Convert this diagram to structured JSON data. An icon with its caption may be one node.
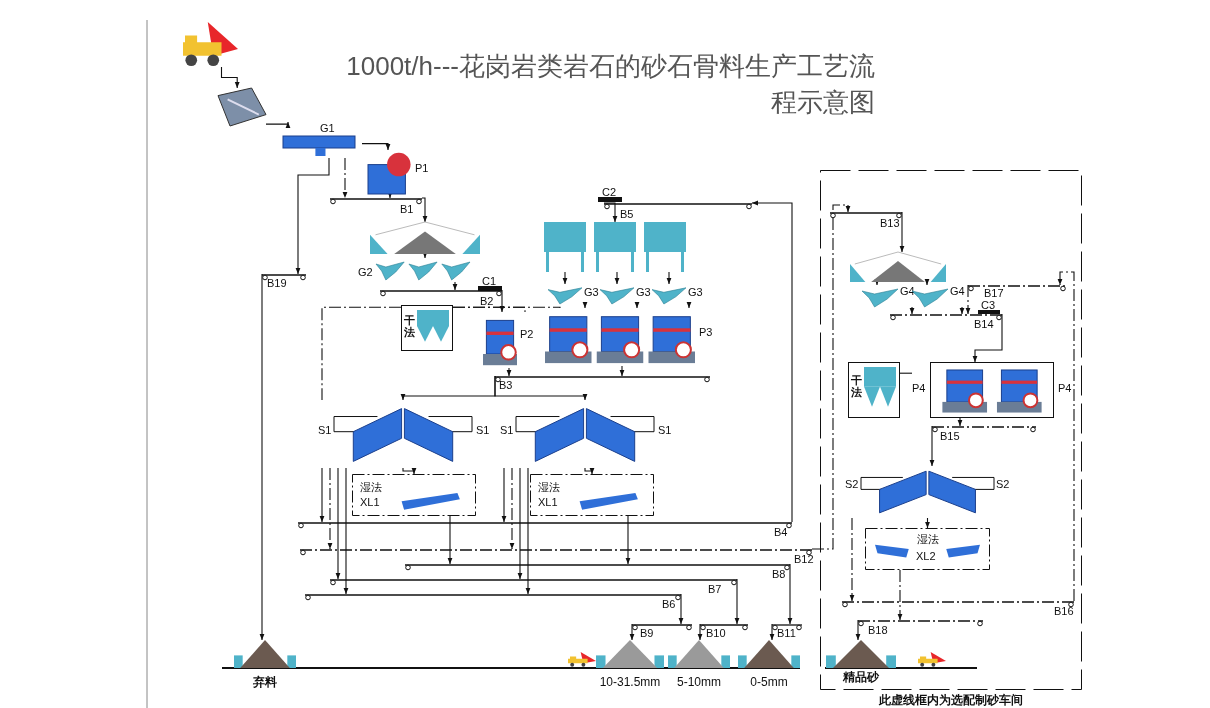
{
  "diagram": {
    "title": "1000t/h---**花岗岩类岩石的砂石骨料生产工艺流程示意图**",
    "nodes": [
      {
        "text": [],
        "shape": "picture"
      },
      {
        "text": [],
        "shape": "picture"
      },
      {
        "text": [
          "G1"
        ]
      },
      {
        "text": [
          "P1"
        ]
      },
      {
        "text": [
          "B1"
        ]
      },
      {
        "text": [],
        "shape": "picture"
      },
      {
        "text": [
          "G2"
        ]
      },
      {
        "text": [
          "C1"
        ]
      },
      {
        "text": [
          "B2"
        ]
      },
      {
        "text": [
          "干法"
        ]
      },
      {
        "text": [
          "P2"
        ]
      },
      {
        "text": [
          "C2"
        ]
      },
      {
        "text": [
          "B5"
        ]
      },
      {
        "text": [],
        "shape": "picture"
      },
      {
        "text": [
          "G3"
        ]
      },
      {
        "text": [
          "G3"
        ]
      },
      {
        "text": [
          "G3"
        ]
      },
      {
        "text": [
          "P3"
        ]
      },
      {
        "text": [
          "B3"
        ]
      },
      {
        "text": [
          "S1",
          "S1"
        ]
      },
      {
        "text": [
          "S1",
          "S1"
        ]
      },
      {
        "text": [
          "湿法",
          "XL1"
        ]
      },
      {
        "text": [
          "湿法",
          "XL1"
        ]
      },
      {
        "text": [
          "B4"
        ]
      },
      {
        "text": [
          "B12"
        ]
      },
      {
        "text": [
          "B8"
        ]
      },
      {
        "text": [
          "B7"
        ]
      },
      {
        "text": [
          "B6"
        ]
      },
      {
        "text": [
          "B19"
        ]
      },
      {
        "text": [
          "B9"
        ]
      },
      {
        "text": [
          "B10"
        ]
      },
      {
        "text": [
          "B11"
        ]
      },
      {
        "text": [
          "弃料"
        ]
      },
      {
        "text": [
          "10-31.5mm"
        ]
      },
      {
        "text": [
          "5-10mm"
        ]
      },
      {
        "text": [
          "0-5mm"
        ]
      },
      {
        "text": [
          "此虚线框内为选配制砂车间"
        ]
      },
      {
        "text": [
          "B13"
        ],
        "in": 36
      },
      {
        "text": [],
        "shape": "picture",
        "in": 36
      },
      {
        "text": [
          "G4"
        ],
        "in": 36
      },
      {
        "text": [
          "G4"
        ],
        "in": 36
      },
      {
        "text": [
          "B17"
        ],
        "in": 36
      },
      {
        "text": [
          "C3"
        ],
        "in": 36
      },
      {
        "text": [
          "B14"
        ],
        "in": 36
      },
      {
        "text": [
          "干法"
        ],
        "in": 36
      },
      {
        "text": [
          "P4",
          "P4"
        ],
        "in": 36
      },
      {
        "text": [
          "B15"
        ],
        "in": 36
      },
      {
        "text": [
          "S2",
          "S2"
        ],
        "in": 36
      },
      {
        "text": [
          "湿法",
          "XL2"
        ],
        "in": 36
      },
      {
        "text": [
          "B16"
        ],
        "in": 36
      },
      {
        "text": [
          "B18"
        ],
        "in": 36
      },
      {
        "text": [
          "精品砂"
        ],
        "in": 36
      }
    ],
    "edges": [
      {
        "from": 0,
        "to": 1,
        "arrow": "to"
      },
      {
        "from": 1,
        "to": 2,
        "arrow": "to"
      },
      {
        "from": 2,
        "to": 3,
        "arrow": "to"
      },
      {
        "from": 2,
        "to": 28,
        "arrow": "to"
      },
      {
        "from": 2,
        "to": 4,
        "arrow": "to",
        "style": "dashed"
      },
      {
        "from": 3,
        "to": 4,
        "arrow": "to"
      },
      {
        "from": 4,
        "to": 5,
        "arrow": "to"
      },
      {
        "from": 5,
        "to": 6,
        "arrow": "to"
      },
      {
        "from": 6,
        "to": 8,
        "arrow": "to"
      },
      {
        "from": 8,
        "to": 10,
        "arrow": "to"
      },
      {
        "from": 9,
        "to": 10,
        "arrow": "none",
        "style": "dashed"
      },
      {
        "from": 9,
        "to": 17,
        "arrow": "none",
        "style": "dashed"
      },
      {
        "from": 9,
        "to": 19,
        "arrow": "none",
        "style": "dashed"
      },
      {
        "from": 12,
        "to": 13,
        "arrow": "to"
      },
      {
        "from": 13,
        "to": 14,
        "arrow": "to"
      },
      {
        "from": 13,
        "to": 15,
        "arrow": "to"
      },
      {
        "from": 13,
        "to": 16,
        "arrow": "to"
      },
      {
        "from": 14,
        "to": 17,
        "arrow": "to"
      },
      {
        "from": 15,
        "to": 17,
        "arrow": "to"
      },
      {
        "from": 16,
        "to": 17,
        "arrow": "to"
      },
      {
        "from": 10,
        "to": 18,
        "arrow": "to"
      },
      {
        "from": 17,
        "to": 18,
        "arrow": "to"
      },
      {
        "from": 18,
        "to": 19,
        "arrow": "to"
      },
      {
        "from": 18,
        "to": 20,
        "arrow": "to"
      },
      {
        "from": 19,
        "to": 21,
        "arrow": "to"
      },
      {
        "from": 20,
        "to": 22,
        "arrow": "to"
      },
      {
        "from": 19,
        "to": 23,
        "arrow": "to"
      },
      {
        "from": 19,
        "to": 24,
        "arrow": "to",
        "style": "dashed"
      },
      {
        "from": 19,
        "to": 26,
        "arrow": "to"
      },
      {
        "from": 19,
        "to": 27,
        "arrow": "to"
      },
      {
        "from": 20,
        "to": 23,
        "arrow": "to"
      },
      {
        "from": 20,
        "to": 24,
        "arrow": "to",
        "style": "dashed"
      },
      {
        "from": 20,
        "to": 26,
        "arrow": "to"
      },
      {
        "from": 20,
        "to": 27,
        "arrow": "to"
      },
      {
        "from": 21,
        "to": 25,
        "arrow": "to"
      },
      {
        "from": 22,
        "to": 25,
        "arrow": "to"
      },
      {
        "from": 23,
        "to": 12,
        "arrow": "to"
      },
      {
        "from": 24,
        "to": 37,
        "arrow": "to",
        "style": "dashed"
      },
      {
        "from": 25,
        "to": 31,
        "arrow": "to"
      },
      {
        "from": 26,
        "to": 30,
        "arrow": "to"
      },
      {
        "from": 27,
        "to": 29,
        "arrow": "to"
      },
      {
        "from": 29,
        "to": 33,
        "arrow": "to"
      },
      {
        "from": 30,
        "to": 34,
        "arrow": "to"
      },
      {
        "from": 31,
        "to": 35,
        "arrow": "to"
      },
      {
        "from": 28,
        "to": 32,
        "arrow": "to"
      },
      {
        "from": 37,
        "to": 38,
        "arrow": "to"
      },
      {
        "from": 38,
        "to": 39,
        "arrow": "to"
      },
      {
        "from": 38,
        "to": 40,
        "arrow": "to"
      },
      {
        "from": 39,
        "to": 43,
        "arrow": "to"
      },
      {
        "from": 40,
        "to": 43,
        "arrow": "to"
      },
      {
        "from": 41,
        "to": 43,
        "arrow": "to",
        "style": "dashed"
      },
      {
        "from": 43,
        "to": 45,
        "arrow": "to"
      },
      {
        "from": 44,
        "to": 45,
        "arrow": "none"
      },
      {
        "from": 45,
        "to": 46,
        "arrow": "to"
      },
      {
        "from": 46,
        "to": 47,
        "arrow": "to"
      },
      {
        "from": 47,
        "to": 48,
        "arrow": "to"
      },
      {
        "from": 47,
        "to": 49,
        "arrow": "to",
        "style": "dashed"
      },
      {
        "from": 48,
        "to": 50,
        "arrow": "to",
        "style": "dashed"
      },
      {
        "from": 50,
        "to": 51,
        "arrow": "to"
      },
      {
        "from": 49,
        "to": 41,
        "arrow": "to",
        "style": "dashed"
      }
    ]
  }
}
